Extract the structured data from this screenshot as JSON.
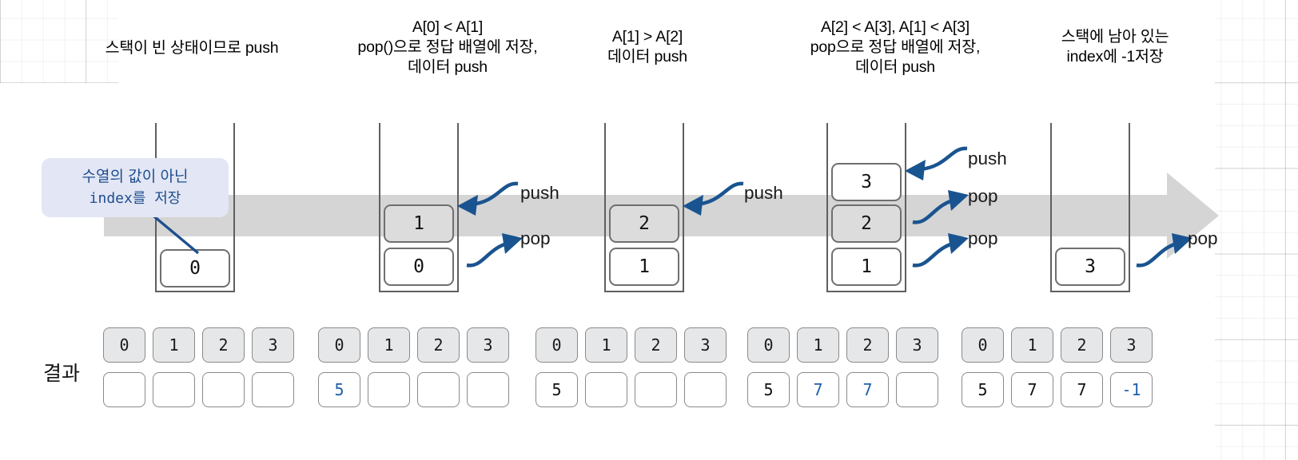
{
  "diagram": {
    "title_alt": "Next Greater Element - stack simulation",
    "result_label": "결과",
    "accent_blue": "#1f5fa9",
    "arrow_blue": "#1a5490",
    "band_gray": "#d5d5d5",
    "header_cell_gray": "#e6e7e8",
    "callout": {
      "line1": "수열의 값이 아닌",
      "line2": "index를 저장"
    },
    "labels": {
      "push": "push",
      "pop": "pop"
    },
    "steps": [
      {
        "id": "step-1",
        "header": "스택이 빈 상태이므로 push",
        "stack": [
          "0"
        ],
        "arrows": [],
        "result_headers": [
          "0",
          "1",
          "2",
          "3"
        ],
        "result_values": [
          "",
          "",
          "",
          ""
        ],
        "result_new": [
          false,
          false,
          false,
          false
        ]
      },
      {
        "id": "step-2",
        "header": "A[0] < A[1]\npop()으로 정답 배열에 저장,\n데이터 push",
        "stack": [
          "1",
          "0"
        ],
        "arrows": [
          "push",
          "pop"
        ],
        "result_headers": [
          "0",
          "1",
          "2",
          "3"
        ],
        "result_values": [
          "5",
          "",
          "",
          ""
        ],
        "result_new": [
          true,
          false,
          false,
          false
        ]
      },
      {
        "id": "step-3",
        "header": "A[1] > A[2]\n데이터 push",
        "stack": [
          "2",
          "1"
        ],
        "arrows": [
          "push"
        ],
        "result_headers": [
          "0",
          "1",
          "2",
          "3"
        ],
        "result_values": [
          "5",
          "",
          "",
          ""
        ],
        "result_new": [
          false,
          false,
          false,
          false
        ]
      },
      {
        "id": "step-4",
        "header": "A[2] < A[3], A[1] < A[3]\npop으로 정답 배열에 저장,\n데이터 push",
        "stack": [
          "3",
          "2",
          "1"
        ],
        "arrows": [
          "push",
          "pop",
          "pop"
        ],
        "result_headers": [
          "0",
          "1",
          "2",
          "3"
        ],
        "result_values": [
          "5",
          "7",
          "7",
          ""
        ],
        "result_new": [
          false,
          true,
          true,
          false
        ]
      },
      {
        "id": "step-5",
        "header": "스택에 남아 있는\nindex에 -1저장",
        "stack": [
          "3"
        ],
        "arrows": [
          "pop"
        ],
        "result_headers": [
          "0",
          "1",
          "2",
          "3"
        ],
        "result_values": [
          "5",
          "7",
          "7",
          "-1"
        ],
        "result_new": [
          false,
          false,
          false,
          true
        ]
      }
    ]
  }
}
